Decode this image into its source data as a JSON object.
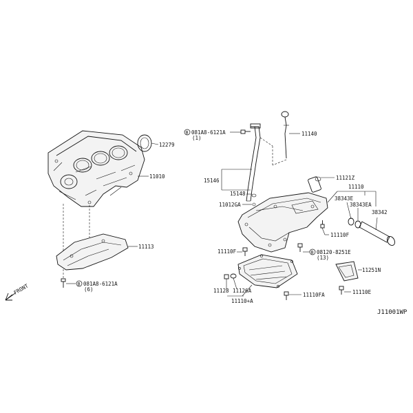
{
  "diagram": {
    "drawing_code": "J11001WP",
    "front_label": "FRONT",
    "callouts": {
      "p12279": "12279",
      "p11010": "11010",
      "p11113": "11113",
      "bolt_block": "081A8-6121A",
      "bolt_block_qty": "(6)",
      "bolt_guide": "081A8-6121A",
      "bolt_guide_qty": "(1)",
      "p11140": "11140",
      "p15146": "15146",
      "p15148": "15148",
      "p11012GA": "11012GA",
      "p11121Z": "11121Z",
      "p11110": "11110",
      "p38343E": "38343E",
      "p38343EA": "38343EA",
      "p38342": "38342",
      "p11110F_right": "11110F",
      "p11110F_left": "11110F",
      "bolt_pan": "08120-8251E",
      "bolt_pan_qty": "(13)",
      "p11251N": "11251N",
      "p11110E": "11110E",
      "p11128": "11128",
      "p11126A": "11126A",
      "p11110FA": "11110FA",
      "p11110A": "11110+A",
      "circled_b": "B"
    }
  }
}
